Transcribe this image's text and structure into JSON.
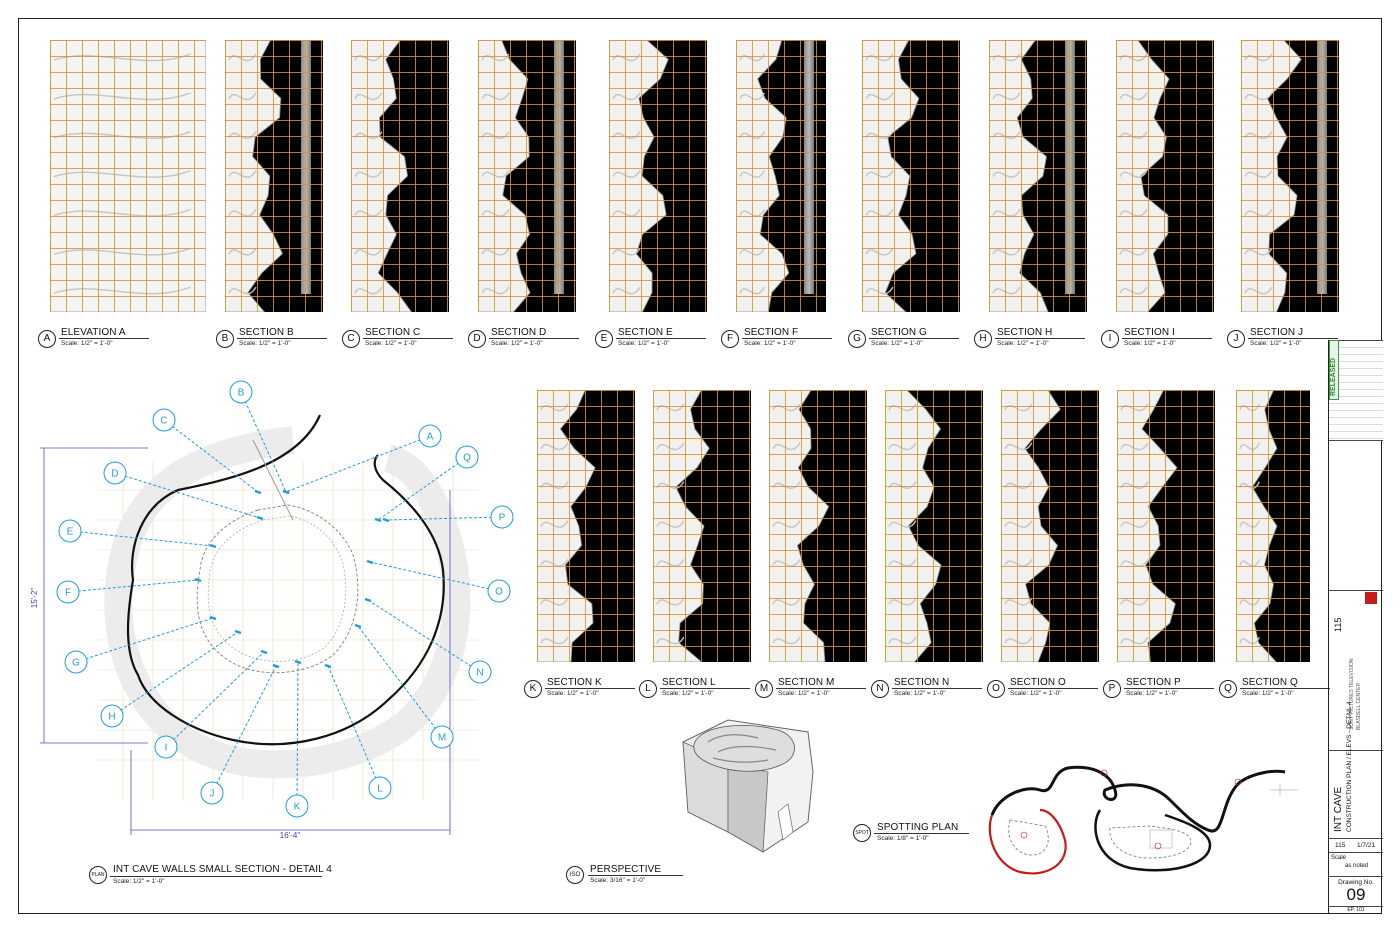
{
  "elevations": [
    {
      "letter": "A",
      "title": "ELEVATION A",
      "scale": "Scale: 1/2\" = 1'-0\""
    },
    {
      "letter": "B",
      "title": "SECTION B",
      "scale": "Scale: 1/2\" = 1'-0\""
    },
    {
      "letter": "C",
      "title": "SECTION C",
      "scale": "Scale: 1/2\" = 1'-0\""
    },
    {
      "letter": "D",
      "title": "SECTION D",
      "scale": "Scale: 1/2\" = 1'-0\""
    },
    {
      "letter": "E",
      "title": "SECTION E",
      "scale": "Scale: 1/2\" = 1'-0\""
    },
    {
      "letter": "F",
      "title": "SECTION F",
      "scale": "Scale: 1/2\" = 1'-0\""
    },
    {
      "letter": "G",
      "title": "SECTION G",
      "scale": "Scale: 1/2\" = 1'-0\""
    },
    {
      "letter": "H",
      "title": "SECTION H",
      "scale": "Scale: 1/2\" = 1'-0\""
    },
    {
      "letter": "I",
      "title": "SECTION I",
      "scale": "Scale: 1/2\" = 1'-0\""
    },
    {
      "letter": "J",
      "title": "SECTION J",
      "scale": "Scale: 1/2\" = 1'-0\""
    },
    {
      "letter": "K",
      "title": "SECTION K",
      "scale": "Scale: 1/2\" = 1'-0\""
    },
    {
      "letter": "L",
      "title": "SECTION L",
      "scale": "Scale: 1/2\" = 1'-0\""
    },
    {
      "letter": "M",
      "title": "SECTION M",
      "scale": "Scale: 1/2\" = 1'-0\""
    },
    {
      "letter": "N",
      "title": "SECTION N",
      "scale": "Scale: 1/2\" = 1'-0\""
    },
    {
      "letter": "O",
      "title": "SECTION O",
      "scale": "Scale: 1/2\" = 1'-0\""
    },
    {
      "letter": "P",
      "title": "SECTION P",
      "scale": "Scale: 1/2\" = 1'-0\""
    },
    {
      "letter": "Q",
      "title": "SECTION Q",
      "scale": "Scale: 1/2\" = 1'-0\""
    }
  ],
  "plan": {
    "tag": "PLAN",
    "title": "INT CAVE WALLS SMALL SECTION - DETAIL 4",
    "scale": "Scale: 1/2\" = 1'-0\"",
    "dim_vertical": "15'-2\"",
    "dim_horizontal": "16'-4\"",
    "markers": [
      "A",
      "B",
      "C",
      "D",
      "E",
      "F",
      "G",
      "H",
      "I",
      "J",
      "K",
      "L",
      "M",
      "N",
      "O",
      "P",
      "Q"
    ]
  },
  "perspective": {
    "tag": "ISO",
    "title": "PERSPECTIVE",
    "scale": "Scale: 3/16\" = 1'-0\""
  },
  "spotting": {
    "tag": "SPOT",
    "title": "SPOTTING PLAN",
    "scale": "Scale: 1/8\" = 1'-0\""
  },
  "title_block": {
    "set_name": "INT CAVE",
    "sheet_title": "CONSTRUCTION PLAN / ELEVS - DETAIL 4",
    "stage": "115",
    "date": "1/7/21",
    "scale_label": "Scale",
    "scale_value": "as noted",
    "drawing_no_label": "Drawing No.",
    "drawing_no": "09",
    "sheet_code": "EP. 101",
    "status": "RELEASED",
    "studio": "SONY PICTURES TELEVISION",
    "facility": "BLASDELL CENTER"
  },
  "colors": {
    "marker": "#1f9fd6",
    "grid": "#d6962a",
    "red": "#cc1a1a",
    "dim": "#4040c0"
  }
}
